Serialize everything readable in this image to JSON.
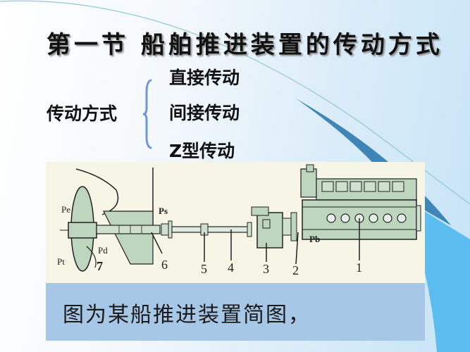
{
  "slide": {
    "title": "第一节  船舶推进装置的传动方式",
    "method_label": "传动方式",
    "methods": [
      {
        "label": "直接传动"
      },
      {
        "label": "间接传动"
      },
      {
        "label": "Z型传动"
      }
    ],
    "figure": {
      "force_labels": {
        "pe": "Pe",
        "pt": "Pt",
        "pd": "Pd",
        "ps": "Ps",
        "pb": "Pb"
      },
      "part_numbers": [
        "1",
        "2",
        "3",
        "4",
        "5",
        "6",
        "7"
      ]
    },
    "caption": "图为某船推进装置简图，",
    "colors": {
      "accent_blue": "#5bb8ee",
      "dark_blue": "#2f7fb4",
      "caption_band": "#a7c7e7",
      "figure_bg": "#f6f5e6",
      "component_green": "#bdd6bd",
      "brace": "#6f96d8"
    }
  }
}
